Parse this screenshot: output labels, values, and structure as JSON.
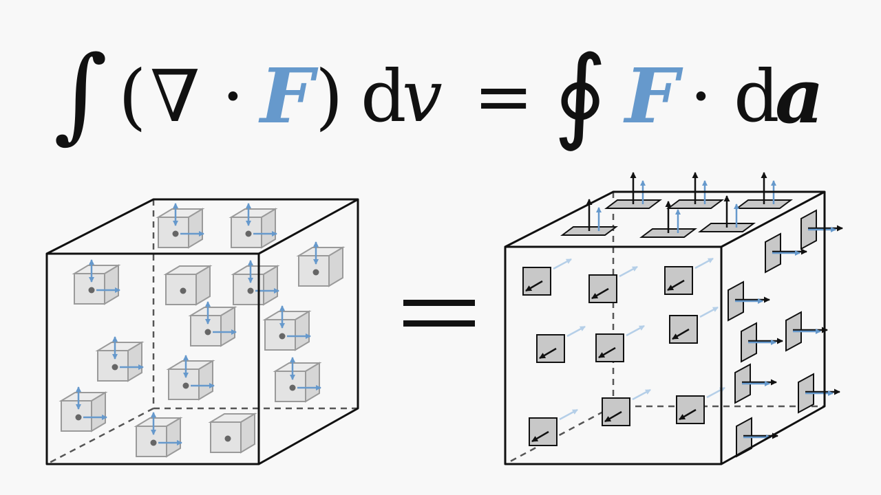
{
  "equation": {
    "lhs": {
      "integral": "∫",
      "open_paren": "(",
      "nabla": "∇",
      "dot": "·",
      "field": "F",
      "close_paren": ")",
      "d": "d",
      "v": "v"
    },
    "equals": "=",
    "rhs": {
      "contour_integral": "∮",
      "field": "F",
      "dot": "·",
      "d": "d",
      "a": "a"
    }
  },
  "middle_equals": "=",
  "colors": {
    "background": "#f8f8f8",
    "field_blue": "#6699cc",
    "light_blue": "#b5cfe8",
    "ink": "#111111",
    "small_cube_fill": "#e3e3e3",
    "small_cube_stroke": "#9a9a9a",
    "patch_fill": "#c8c8c8"
  },
  "icons": [
    "divergence-cube-icon",
    "flux-arrow-icon",
    "surface-patch-icon"
  ]
}
